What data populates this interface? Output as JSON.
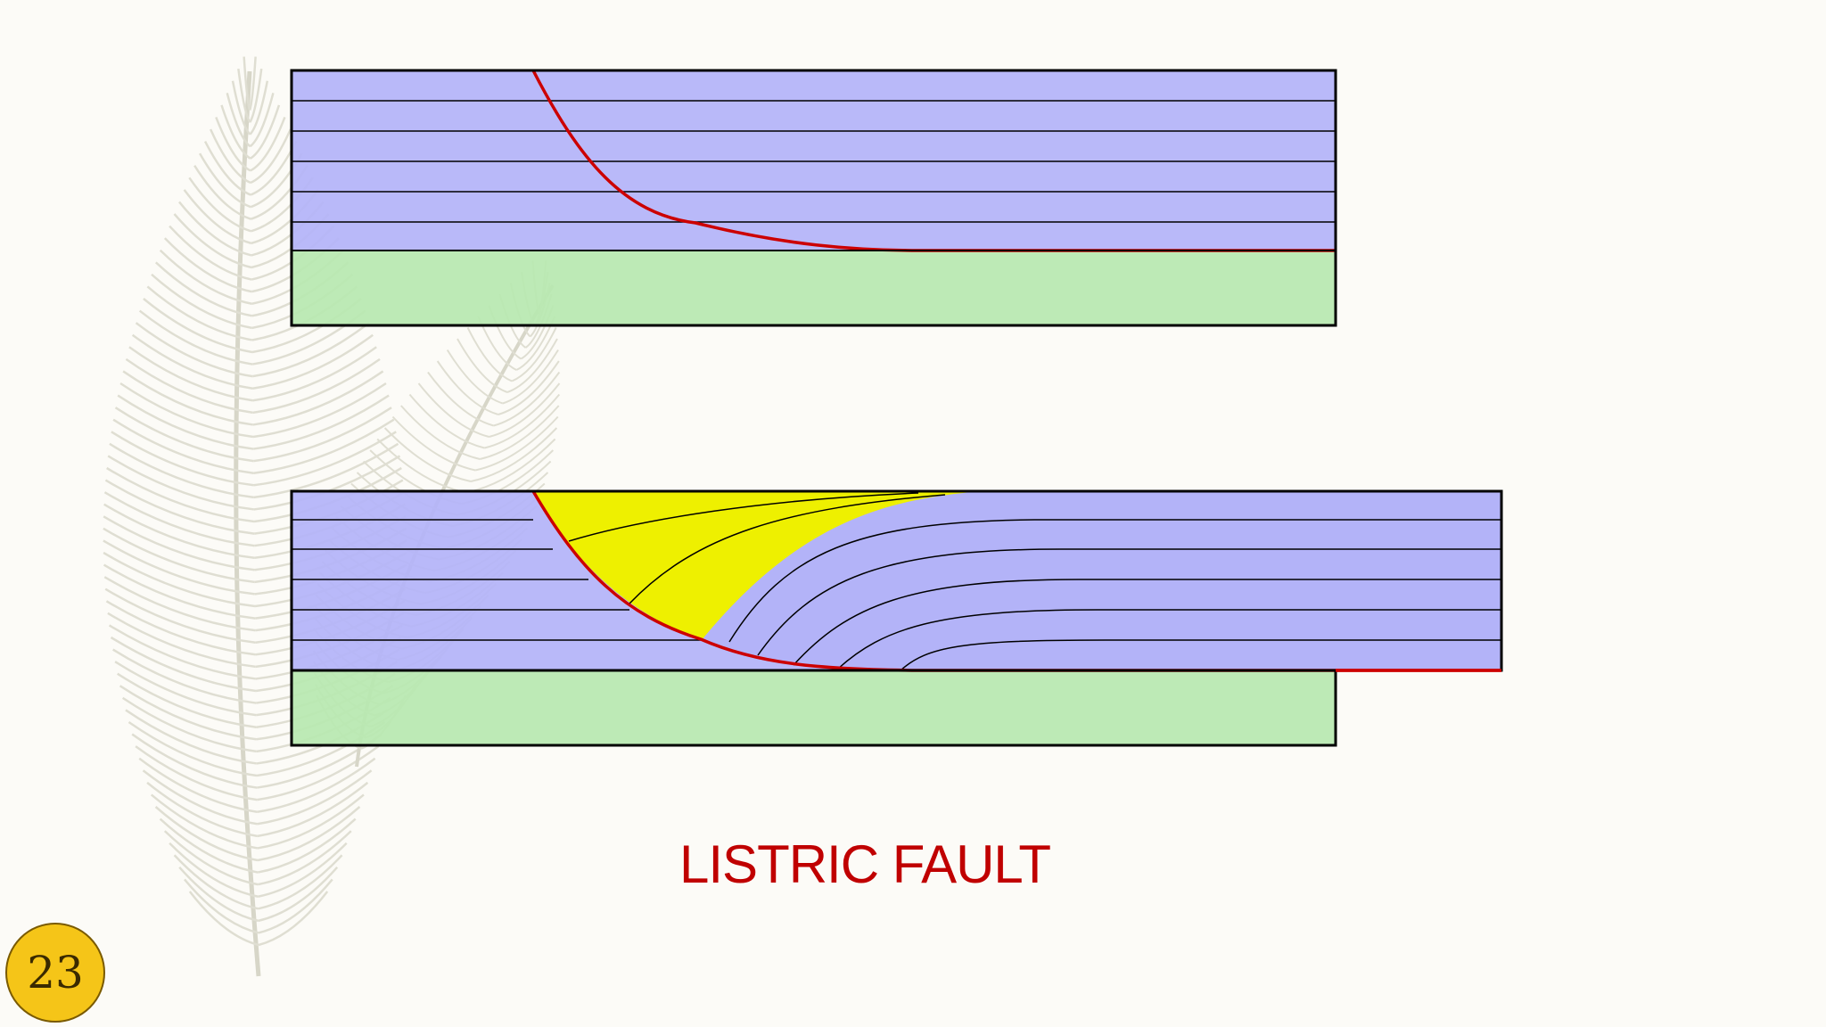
{
  "slide": {
    "title": "LISTRIC FAULT",
    "page_number": "23"
  },
  "colors": {
    "background": "#fcfbf7",
    "layer_blue": "#b3b3f8",
    "basement_green": "#b7e8b0",
    "wedge_yellow": "#eef000",
    "fault_red": "#cc0000",
    "title_red": "#c00000",
    "badge_gold": "#f5c518",
    "feather_gray": "#c9c8b5"
  },
  "diagram": {
    "panels": [
      {
        "name": "before-faulting",
        "strata_count": 6,
        "fault": "listric",
        "rollover": false
      },
      {
        "name": "after-faulting",
        "strata_count": 6,
        "fault": "listric",
        "rollover": true,
        "growth_wedge": true
      }
    ]
  },
  "decorations": [
    {
      "kind": "feather",
      "icon": "feather-icon"
    }
  ]
}
